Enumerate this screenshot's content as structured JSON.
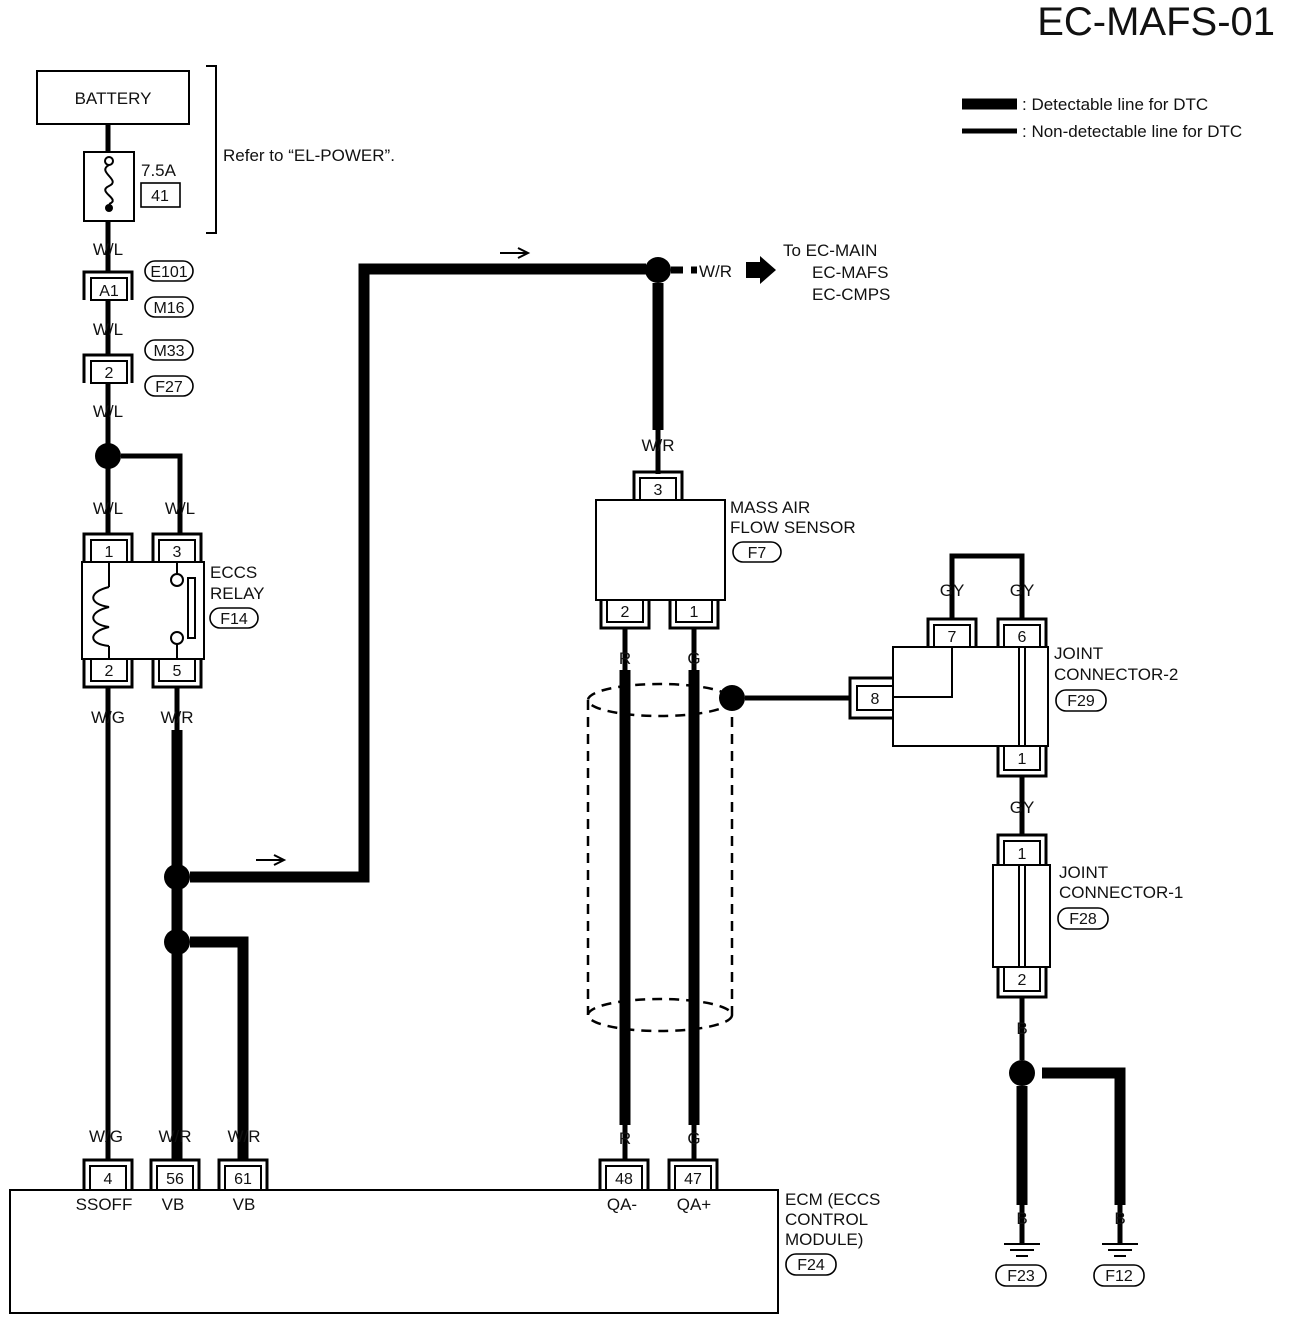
{
  "title": "EC-MAFS-01",
  "legend": {
    "detectable": ": Detectable line for DTC",
    "non_detectable": ": Non-detectable line for DTC"
  },
  "battery": {
    "label": "BATTERY"
  },
  "fuse": {
    "rating": "7.5A",
    "number": "41"
  },
  "refer_note": "Refer to “EL-POWER”.",
  "connectors": {
    "e101": "E101",
    "m16": "M16",
    "m33": "M33",
    "f27": "F27",
    "f14": "F14",
    "f7": "F7",
    "f29": "F29",
    "f28": "F28",
    "f24": "F24",
    "f23": "F23",
    "f12": "F12"
  },
  "wire_colors": {
    "wl": "W/L",
    "wg": "W/G",
    "wr": "W/R",
    "r": "R",
    "g": "G",
    "gy": "GY",
    "b": "B"
  },
  "pins": {
    "a1": "A1",
    "p2_inline": "2",
    "relay_1": "1",
    "relay_3": "3",
    "relay_2": "2",
    "relay_5": "5",
    "maf_3": "3",
    "maf_2": "2",
    "maf_1": "1",
    "jc2_7": "7",
    "jc2_6": "6",
    "jc2_8": "8",
    "jc2_1": "1",
    "jc1_1": "1",
    "jc1_2": "2",
    "ecm_4": "4",
    "ecm_56": "56",
    "ecm_61": "61",
    "ecm_48": "48",
    "ecm_47": "47"
  },
  "relay": {
    "line1": "ECCS",
    "line2": "RELAY"
  },
  "maf": {
    "line1": "MASS AIR",
    "line2": "FLOW SENSOR"
  },
  "to_block": {
    "line1": "To EC-MAIN",
    "line2": "EC-MAFS",
    "line3": "EC-CMPS"
  },
  "jc2": {
    "line1": "JOINT",
    "line2": "CONNECTOR-2"
  },
  "jc1": {
    "line1": "JOINT",
    "line2": "CONNECTOR-1"
  },
  "ecm": {
    "line1": "ECM (ECCS",
    "line2": "CONTROL",
    "line3": "MODULE)",
    "t_ssoff": "SSOFF",
    "t_vb1": "VB",
    "t_vb2": "VB",
    "t_qam": "QA-",
    "t_qap": "QA+"
  }
}
